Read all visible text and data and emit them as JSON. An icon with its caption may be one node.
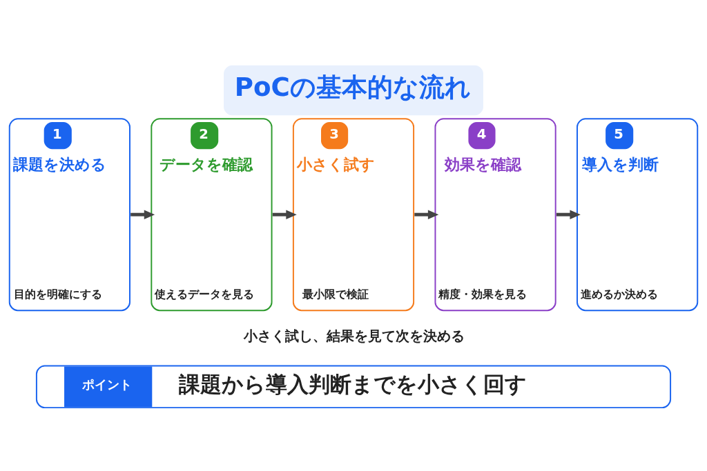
{
  "diagram": {
    "title": "PoCの基本的な流れ",
    "nodes": [
      {
        "text": [
          "1",
          "課題を決める",
          "目的を明確にする"
        ]
      },
      {
        "text": [
          "2",
          "データを確認",
          "使えるデータを見る"
        ]
      },
      {
        "text": [
          "3",
          "小さく試す",
          "最小限で検証"
        ]
      },
      {
        "text": [
          "4",
          "効果を確認",
          "精度・効果を見る"
        ]
      },
      {
        "text": [
          "5",
          "導入を判断",
          "進めるか決める"
        ]
      },
      {
        "text": [
          "ポイント",
          "課題から導入判断までを小さく回す"
        ]
      }
    ],
    "edges": [
      {
        "from": 0,
        "to": 1,
        "arrow": "to"
      },
      {
        "from": 1,
        "to": 2,
        "arrow": "to"
      },
      {
        "from": 2,
        "to": 3,
        "arrow": "to"
      },
      {
        "from": 3,
        "to": 4,
        "arrow": "to"
      }
    ],
    "labels": [
      "小さく試し、結果を見て次を決める"
    ]
  }
}
